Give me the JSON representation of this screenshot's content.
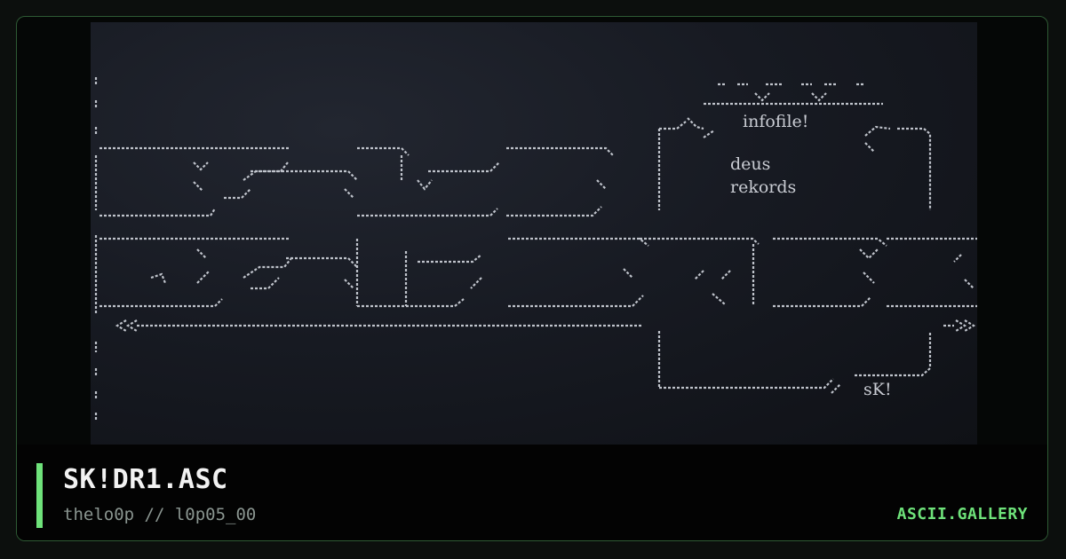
{
  "artwork": {
    "filename": "SK!DR1.ASC",
    "credit": "thelo0p // l0p05_00",
    "art_lines": [
      "infofile!",
      "deus",
      "rekords",
      "sK!"
    ]
  },
  "site": {
    "name": "ASCII.GALLERY"
  },
  "colors": {
    "accent": "#6ee27a",
    "card_border": "#2e5a34",
    "art_glyph": "#c9ccd3"
  }
}
